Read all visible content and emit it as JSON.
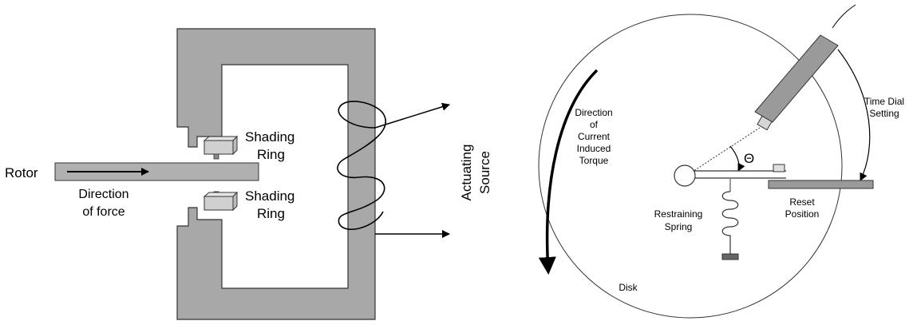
{
  "left_diagram": {
    "rotor_label": "Rotor",
    "direction_of_force_line1": "Direction",
    "direction_of_force_line2": "of force",
    "shading_ring_top_line1": "Shading",
    "shading_ring_top_line2": "Ring",
    "shading_ring_bottom_line1": "Shading",
    "shading_ring_bottom_line2": "Ring",
    "actuating_source_line1": "Actuating",
    "actuating_source_line2": "Source"
  },
  "right_diagram": {
    "torque_line1": "Direction",
    "torque_line2": "of",
    "torque_line3": "Current",
    "torque_line4": "Induced",
    "torque_line5": "Torque",
    "theta_symbol": "Θ",
    "time_dial_line1": "Time Dial",
    "time_dial_line2": "Setting",
    "reset_line1": "Reset",
    "reset_line2": "Position",
    "spring_line1": "Restraining",
    "spring_line2": "Spring",
    "disk_label": "Disk"
  },
  "colors": {
    "core_fill": "#a8a8a8",
    "core_stroke": "#333333",
    "rotor_fill": "#b0b0b0",
    "ring_fill": "#d0d0d0",
    "contact_fill": "#9a9a9a",
    "spring_base_fill": "#666666"
  }
}
